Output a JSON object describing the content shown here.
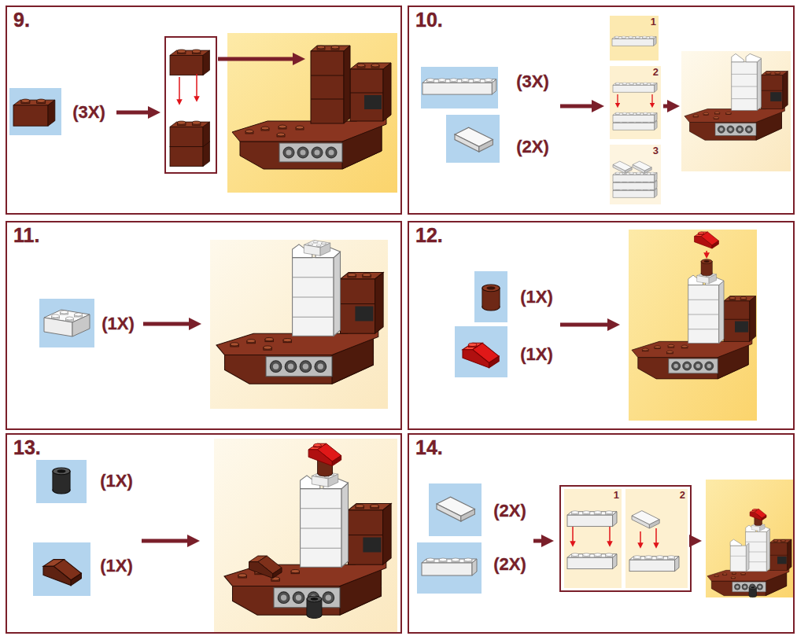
{
  "diagram": {
    "nodes": [
      {
        "text": [
          "9."
        ]
      },
      {
        "text": [
          "10."
        ]
      },
      {
        "text": [
          "1"
        ],
        "in": 1
      },
      {
        "text": [
          "2"
        ],
        "in": 1
      },
      {
        "text": [
          "3"
        ],
        "in": 1
      },
      {
        "text": [
          "11."
        ]
      },
      {
        "text": [
          "12."
        ]
      },
      {
        "text": [
          "13."
        ]
      },
      {
        "text": [
          "14."
        ]
      },
      {
        "text": [
          "1"
        ],
        "in": 8
      },
      {
        "text": [
          "2"
        ],
        "in": 8
      }
    ],
    "labels": [
      "(3X)",
      "(3X)",
      "(2X)",
      "(1X)",
      "(1X)",
      "(1X)",
      "(1X)",
      "(1X)",
      "(2X)",
      "(2X)"
    ]
  }
}
